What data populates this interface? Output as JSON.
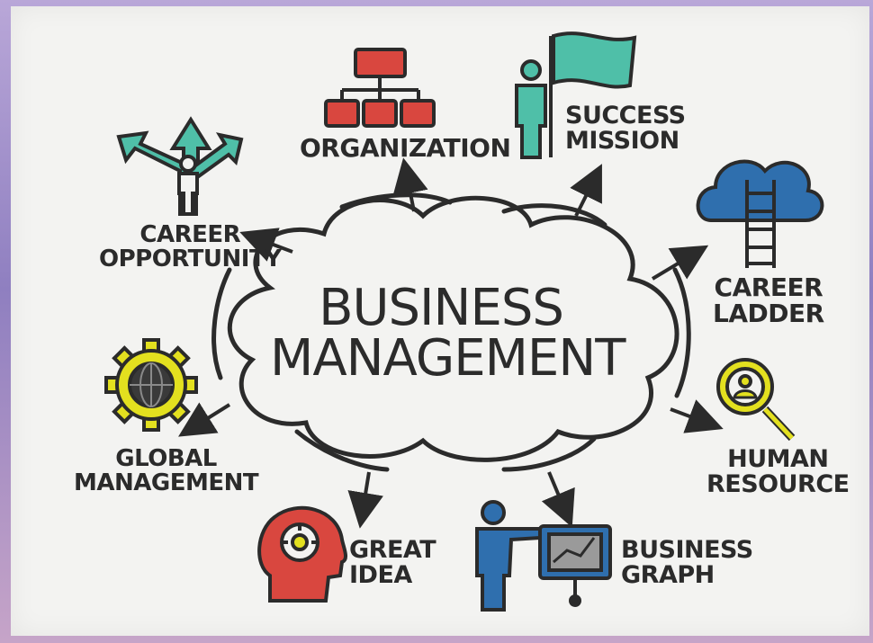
{
  "center": {
    "line1": "BUSINESS",
    "line2": "MANAGEMENT"
  },
  "nodes": {
    "organization": {
      "line1": "ORGANIZATION"
    },
    "success_mission": {
      "line1": "SUCCESS",
      "line2": "MISSION"
    },
    "career_ladder": {
      "line1": "CAREER",
      "line2": "LADDER"
    },
    "human_resource": {
      "line1": "HUMAN",
      "line2": "RESOURCE"
    },
    "business_graph": {
      "line1": "BUSINESS",
      "line2": "GRAPH"
    },
    "great_idea": {
      "line1": "GREAT",
      "line2": "IDEA"
    },
    "global_management": {
      "line1": "GLOBAL",
      "line2": "MANAGEMENT"
    },
    "career_opportunity": {
      "line1": "CAREER",
      "line2": "OPPORTUNITY"
    }
  },
  "icons": {
    "organization": "org-chart-icon",
    "success_mission": "flag-person-icon",
    "career_ladder": "cloud-ladder-icon",
    "human_resource": "magnifier-person-icon",
    "business_graph": "presenter-graph-icon",
    "great_idea": "head-bulb-icon",
    "global_management": "gear-globe-icon",
    "career_opportunity": "crossroads-arrows-icon"
  },
  "colors": {
    "ink": "#2b2b2b",
    "red": "#d9473f",
    "teal": "#4fbfa8",
    "blue": "#2f6fae",
    "yellow": "#e3e01f"
  }
}
